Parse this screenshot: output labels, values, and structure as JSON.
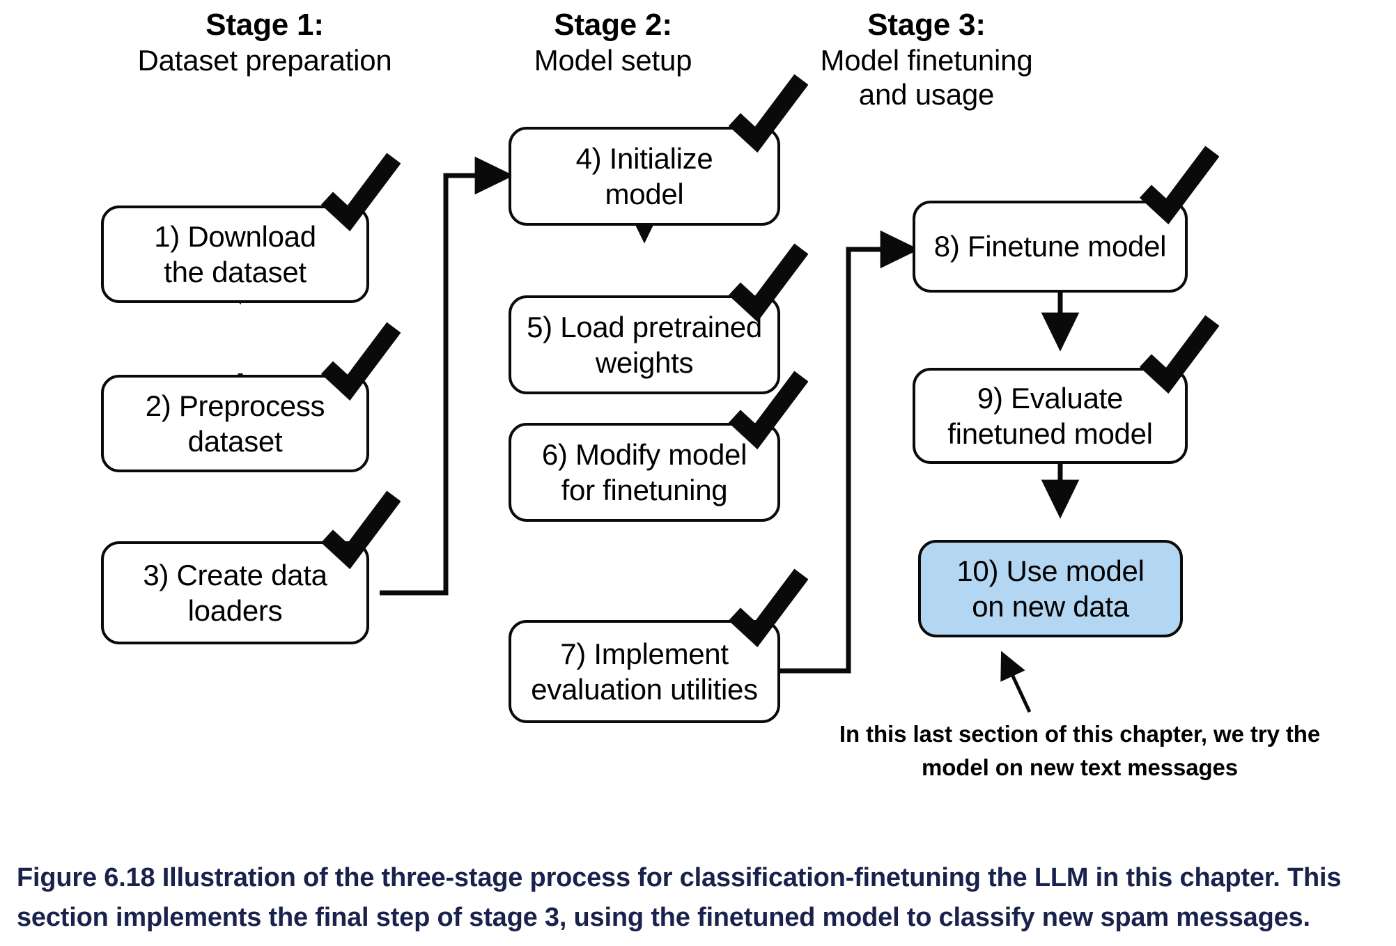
{
  "figure": {
    "caption": "Figure 6.18 Illustration of the three-stage process for classification-finetuning the LLM in this chapter. This section implements the final step of stage 3, using the finetuned model to classify new spam messages.",
    "caption_color": "#19224c"
  },
  "stages": [
    {
      "id": "stage-1",
      "number": "Stage 1:",
      "subtitle": "Dataset preparation"
    },
    {
      "id": "stage-2",
      "number": "Stage 2:",
      "subtitle": "Model setup"
    },
    {
      "id": "stage-3",
      "number": "Stage 3:",
      "subtitle": "Model finetuning\nand usage"
    }
  ],
  "nodes": {
    "n1": {
      "line1": "1) Download",
      "line2": "the dataset",
      "checked": true,
      "highlight": false
    },
    "n2": {
      "line1": "2) Preprocess",
      "line2": "dataset",
      "checked": true,
      "highlight": false
    },
    "n3": {
      "line1": "3) Create data",
      "line2": "loaders",
      "checked": true,
      "highlight": false
    },
    "n4": {
      "line1": "4) Initialize",
      "line2": "model",
      "checked": true,
      "highlight": false
    },
    "n5": {
      "line1": "5) Load pretrained",
      "line2": "weights",
      "checked": true,
      "highlight": false
    },
    "n6": {
      "line1": "6) Modify model",
      "line2": "for finetuning",
      "checked": true,
      "highlight": false
    },
    "n7": {
      "line1": "7) Implement",
      "line2": "evaluation utilities",
      "checked": true,
      "highlight": false
    },
    "n8": {
      "line1": "8) Finetune model",
      "line2": "",
      "checked": true,
      "highlight": false
    },
    "n9": {
      "line1": "9) Evaluate",
      "line2": "finetuned model",
      "checked": true,
      "highlight": false
    },
    "n10": {
      "line1": "10) Use model",
      "line2": "on new data",
      "checked": false,
      "highlight": true
    }
  },
  "annotation": {
    "line1": "In this last section of this chapter, we try the",
    "line2": "model on new text messages"
  },
  "colors": {
    "highlight_fill": "#b3d7f2",
    "stroke": "#0a0a0a",
    "caption": "#19224c",
    "background": "#ffffff"
  }
}
